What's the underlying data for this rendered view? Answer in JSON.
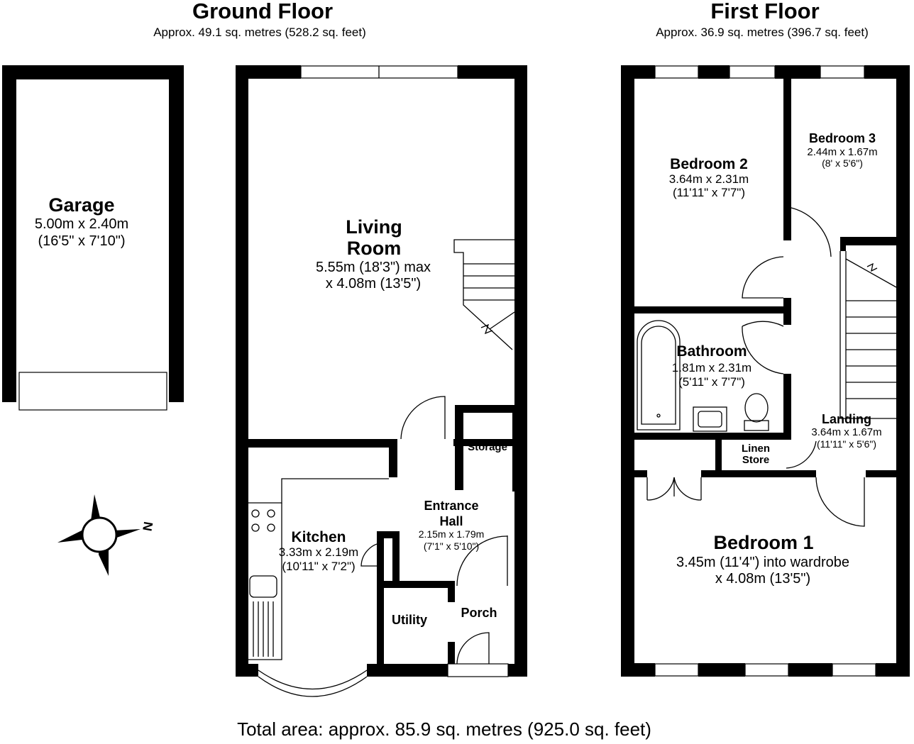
{
  "ground_floor": {
    "title": "Ground Floor",
    "area": "Approx. 49.1 sq. metres (528.2 sq. feet)",
    "rooms": {
      "garage": {
        "name": "Garage",
        "dim1": "5.00m x 2.40m",
        "dim2": "(16'5\" x 7'10\")"
      },
      "living_room": {
        "name1": "Living",
        "name2": "Room",
        "dim1": "5.55m (18'3\") max",
        "dim2": "x 4.08m (13'5\")"
      },
      "storage": {
        "name": "Storage"
      },
      "entrance_hall": {
        "name1": "Entrance",
        "name2": "Hall",
        "dim1": "2.15m x 1.79m",
        "dim2": "(7'1\" x 5'10\")"
      },
      "kitchen": {
        "name": "Kitchen",
        "dim1": "3.33m x 2.19m",
        "dim2": "(10'11\" x 7'2\")"
      },
      "utility": {
        "name": "Utility"
      },
      "porch": {
        "name": "Porch"
      }
    }
  },
  "first_floor": {
    "title": "First Floor",
    "area": "Approx. 36.9 sq. metres (396.7 sq. feet)",
    "rooms": {
      "bedroom2": {
        "name": "Bedroom 2",
        "dim1": "3.64m x 2.31m",
        "dim2": "(11'11\" x 7'7\")"
      },
      "bedroom3": {
        "name": "Bedroom 3",
        "dim1": "2.44m x 1.67m",
        "dim2": "(8' x 5'6\")"
      },
      "bathroom": {
        "name": "Bathroom",
        "dim1": "1.81m x 2.31m",
        "dim2": "(5'11\" x 7'7\")"
      },
      "landing": {
        "name": "Landing",
        "dim1": "3.64m x 1.67m",
        "dim2": "(11'11\" x 5'6\")"
      },
      "linen_store": {
        "name1": "Linen",
        "name2": "Store"
      },
      "bedroom1": {
        "name": "Bedroom 1",
        "dim1": "3.45m (11'4\") into wardrobe",
        "dim2": "x 4.08m (13'5\")"
      }
    }
  },
  "compass": {
    "label": "N"
  },
  "total_area": "Total area: approx. 85.9 sq. metres (925.0 sq. feet)"
}
